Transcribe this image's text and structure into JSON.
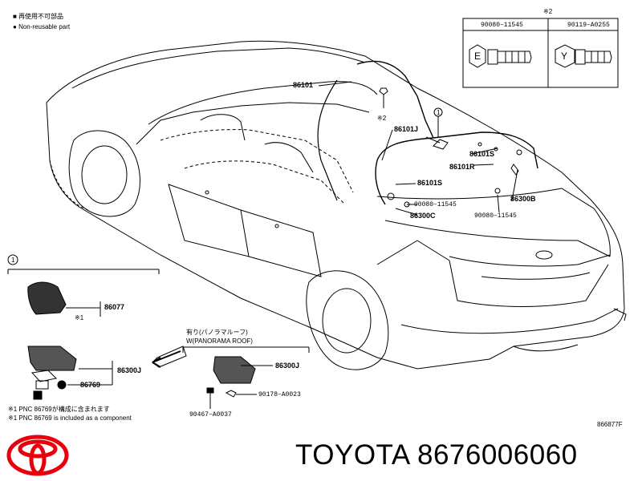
{
  "legend": {
    "reuse_jp": "再使用不可部品",
    "reuse_en": "Non-reusable part"
  },
  "bolt_table": {
    "note": "※2",
    "col1": "90080–11545",
    "col2": "90119–A0255",
    "col1_letter": "E",
    "col2_letter": "Y"
  },
  "labels": {
    "p86101_a": "86101",
    "note2": "※2",
    "p86101j": "86101J",
    "p86101s_a": "86101S",
    "p86101r": "86101R",
    "p86101s_b": "86101S",
    "p86300b": "86300B",
    "p90080_a": "90080–11545",
    "p90080_b": "90080–11545",
    "p86300c": "86300C",
    "circle1_top": "1",
    "circle1_left": "1",
    "p86077": "86077",
    "note1": "※1",
    "p86769": "86769",
    "p86300j_a": "86300J",
    "roof_jp": "有り(パノラマルーフ)",
    "roof_en": "W(PANORAMA ROOF)",
    "p86300j_b": "86300J",
    "p90178": "90178–A0023",
    "p90467": "90467–A0037",
    "foot1_jp": "※1 PNC 86769が構成に含まれます",
    "foot1_en": "※1 PNC 86769 is included as a component",
    "fig_no": "866877F"
  },
  "footer": {
    "brand": "TOYOTA",
    "part_number": "8676006060"
  },
  "colors": {
    "logo": "#e8000d",
    "line": "#000000"
  }
}
